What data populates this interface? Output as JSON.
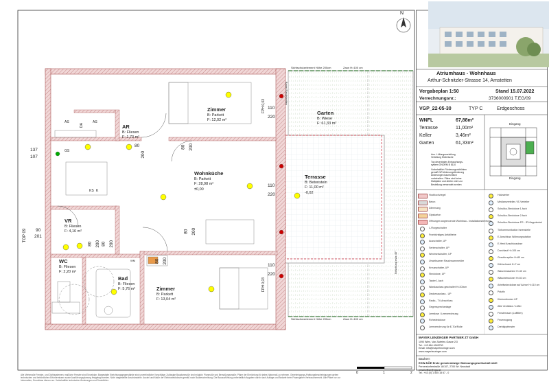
{
  "plan": {
    "north": "N",
    "rooms": [
      {
        "name": "Zimmer",
        "floor": "B: Parkett",
        "area": "F: 12,02 m²"
      },
      {
        "name": "AR",
        "floor": "B: Fliesen",
        "area": "F: 1,73 m²"
      },
      {
        "name": "Wohnküche",
        "floor": "B: Parkett",
        "area": "F: 28,98 m²",
        "level": "±0,00"
      },
      {
        "name": "Terrasse",
        "floor": "B: Betonstein",
        "area": "F: 11,00 m²",
        "level": "-0,02"
      },
      {
        "name": "Garten",
        "floor": "B: Wiese",
        "area": "F: 61,33 m²"
      },
      {
        "name": "VR",
        "floor": "B: Fliesen",
        "area": "F: 4,16 m²"
      },
      {
        "name": "WC",
        "floor": "B: Fliesen",
        "area": "F: 2,20 m²"
      },
      {
        "name": "Bad",
        "floor": "B: Fliesen",
        "area": "F: 5,76 m²"
      },
      {
        "name": "Zimmer",
        "floor": "B: Parkett",
        "area": "F: 13,04 m²"
      }
    ],
    "labels": {
      "as1": "AS",
      "as2": "AS",
      "da": "DA",
      "gs": "GS",
      "ks": "KS",
      "k": "K",
      "dim_80": "80",
      "dim_200": "200",
      "dim_90": "90",
      "dim_201": "201",
      "dim_110": "110",
      "dim_220": "220",
      "dim_137": "137",
      "dim_107": "107",
      "fph": "FPH 0,03",
      "top": "TOP 09",
      "sicht1": "Sichtschutzelement Höhe 200cm",
      "zaun1": "Zaun H=100 cm",
      "zaun2": "Zaun H=100 cm",
      "sicht2": "Sichtschutzelement Höhe 200cm",
      "baum": "Baum Randstreifen",
      "wm": "WM",
      "ofl": "Böschung max 45°"
    },
    "scale": [
      "0",
      "1",
      "2"
    ],
    "footer": "Alle Mehrmaße Fenster- und Dichtsystemen; maßliche Fenster sind Einzelplan; Bargestalte Einrichtungsgegenstände sind unverbindliche Vorschläge; Zulässige Bauplanmaße sind möglich; Planmaße und Bemaßungsmaße; Pläne der Einrichtung für jedes Naturmaß zu nehmen. Genehmigungs-/Haftungsbescheinigungen geben technischen und behördlichen Erfordernissen sowie Ausführungsplanung festgelegt werden. Nicht dargestellte Anschlussteile. Anzahl und Maße der Elektrosteckdosen gemäß nach Baubeschreibung. Die Bauausführung vorbehaltlich Angaben durch nach Auflage und Bedarfe beim Finanzgeber Verbraucherrecht. Alle Pläne nur zur Information; Grundrisse dienen nur. Vorbehaltlich technischer Änderungen und Druckfehler."
  },
  "titleblock": {
    "project": "Atriumhaus - Wohnhaus",
    "address": "Arthur-Schnitzler-Strasse 14, Amstetten",
    "plan_label": "Vergabeplan 1:50",
    "plan_date": "Stand 15.07.2022",
    "ref_label": "Verrechnungsnr.:",
    "ref_value": "3736000901  T.EG/09",
    "type_code": "VGP_22-05-30",
    "type_name": "TYP C",
    "floor": "Erdgeschoss",
    "areas": [
      {
        "label": "WNFL",
        "value": "67,88m²"
      },
      {
        "label": "Terrasse",
        "value": "11,00m²"
      },
      {
        "label": "Keller",
        "value": "3,46m²"
      },
      {
        "label": "Garten",
        "value": "61,33m²"
      }
    ],
    "keyplan_top": "Eingang",
    "keyplan_bottom": "Eingang",
    "notes": [
      "Ann. Lüftungsverteilung",
      "Verteilung Elektrische",
      "Top dezentrales Entrauchungs-",
      "system ÖNORM B 8110",
      "Vorbehaltlich Förderungsrichtlinien",
      "gemäß NÖ Wohnungsförderung",
      "Änderungen baurechtlich",
      "vorbehalten. Pläne sind keine",
      "Maßpläne und dürfen nicht zur",
      "Bestellung verwendet werden"
    ],
    "legend_left": [
      "Hochlochziegel",
      "Beton",
      "Dämmung",
      "Gipskarton",
      "Öffnungen angrenzende Wohnbau - Installationsbereiche",
      "L-Flurgeschalter",
      "Fronbürstiges Anfallhebe",
      "Ausschalter, UP",
      "Serienschalter, UP",
      "Wechselschalter, UP",
      "Unwirksamer Rauchwarnmelder",
      "Kreuzschalter, UP",
      "Steckdose, UP",
      "Taster 1-fach",
      "Wandauslass geschaltet H=200cm",
      "Deckenauslass - UP",
      "Radio-, TV-Anschluss",
      "Gegensprechanlage",
      "Leerdose / Leerverrohrung",
      "Rohrsteckdose",
      "Leerverrohrung für E-Tür/Rolle"
    ],
    "legend_right": [
      "Holzsteher",
      "Mediamverteiler / IE-Verteiler",
      "Schukko-Steckdose 1-fach",
      "Schukko-Steckdose 2-fach",
      "Schukko-Steckdose FR - IP-Klappdeckel",
      "Türkommunikation Innenstelle",
      "E-Anschluss Wohnungsstation",
      "E-Herd Anschlussdose",
      "Durchlauf H=105 cm",
      "Geschirrspüler H=80 cm",
      "Kühlschrank H=7 cm",
      "Waschmaschine H=40 cm",
      "Wäschetrockner H=40 cm",
      "Arbeitssteckdose auf Achse H=110 cm",
      "Putzfix",
      "Küchenfenster UP",
      "ABL Ventilator / Lüfter",
      "Fensterraum (Luftfilter)",
      "Feuerzugang",
      "Drehkippfenster"
    ],
    "firm_name": "MAYER LENZINGER PARTNER ZT GmbH",
    "firm_lines": [
      "1090 Wien, Van-Swieten-Gasse 2/3",
      "Tel.: +43 664 4945700",
      "Email: info@mayerlenzinger.com",
      "www.mayerlenzinger.com"
    ],
    "client_title": "Bauherr:",
    "client_name": "EGW-NÖE Erste gemeinnützige Wohnungsgesellschaft mbH",
    "client_lines": [
      "Pernerstorferstraße 18/107, 2700 Wr. Neustadt",
      "email:office@egw.at",
      "Tel.: +43 (0) 1 545 15 67 - 0"
    ]
  }
}
